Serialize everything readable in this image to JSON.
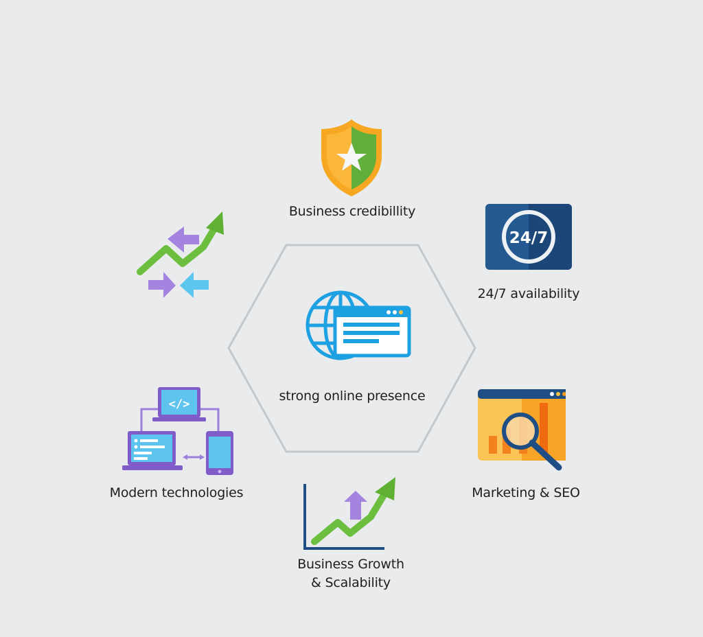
{
  "diagram": {
    "center": {
      "label": "strong online presence",
      "icon": "globe-browser-icon",
      "shape": "hexagon",
      "outline_color": "#c3c8cb"
    },
    "nodes": [
      {
        "id": "credibility",
        "label": "Business credibillity",
        "icon": "shield-star-icon"
      },
      {
        "id": "availability",
        "label": "24/7 availability",
        "icon": "clock-24-7-icon",
        "icon_text": "24/7"
      },
      {
        "id": "marketing",
        "label": "Marketing & SEO",
        "icon": "magnifier-chart-icon"
      },
      {
        "id": "growth",
        "label_line1": "Business Growth",
        "label_line2": "& Scalability",
        "icon": "growth-chart-icon"
      },
      {
        "id": "technologies",
        "label": "Modern technologies",
        "icon": "devices-icon",
        "icon_text": "</>"
      },
      {
        "id": "trend",
        "label": "",
        "icon": "trend-arrows-icon"
      }
    ]
  },
  "colors": {
    "background": "#e9ebec",
    "blue": "#1da1e2",
    "navy": "#1f4e85",
    "green": "#6cbf3e",
    "orange": "#f7a823",
    "purple": "#9b7fd9",
    "light_blue": "#5cc6ef"
  }
}
